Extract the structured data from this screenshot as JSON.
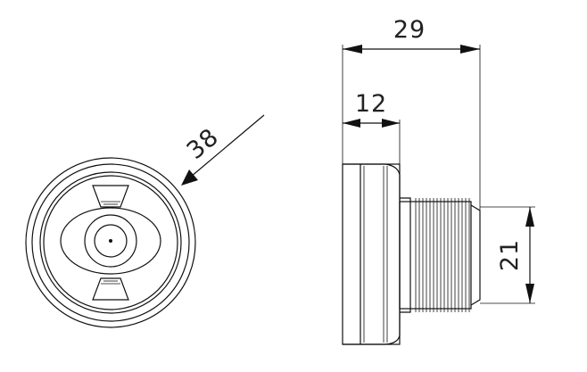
{
  "dimensions": {
    "outer_diameter": "38",
    "total_length": "29",
    "head_length": "12",
    "thread_diameter": "21"
  },
  "colors": {
    "line": "#111111",
    "background": "#ffffff"
  }
}
